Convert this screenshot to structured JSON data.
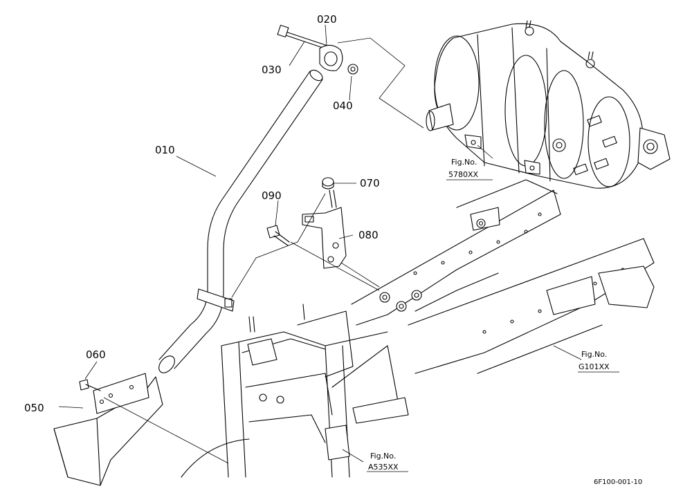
{
  "parts": [
    {
      "no": "010"
    },
    {
      "no": "020"
    },
    {
      "no": "030"
    },
    {
      "no": "040"
    },
    {
      "no": "050"
    },
    {
      "no": "060"
    },
    {
      "no": "070"
    },
    {
      "no": "080"
    },
    {
      "no": "090"
    }
  ],
  "figure_refs": [
    {
      "label": "Fig.No.",
      "code": "5780XX"
    },
    {
      "label": "Fig.No.",
      "code": "G101XX"
    },
    {
      "label": "Fig.No.",
      "code": "A535XX"
    }
  ],
  "drawing_code": "6F100-001-10"
}
